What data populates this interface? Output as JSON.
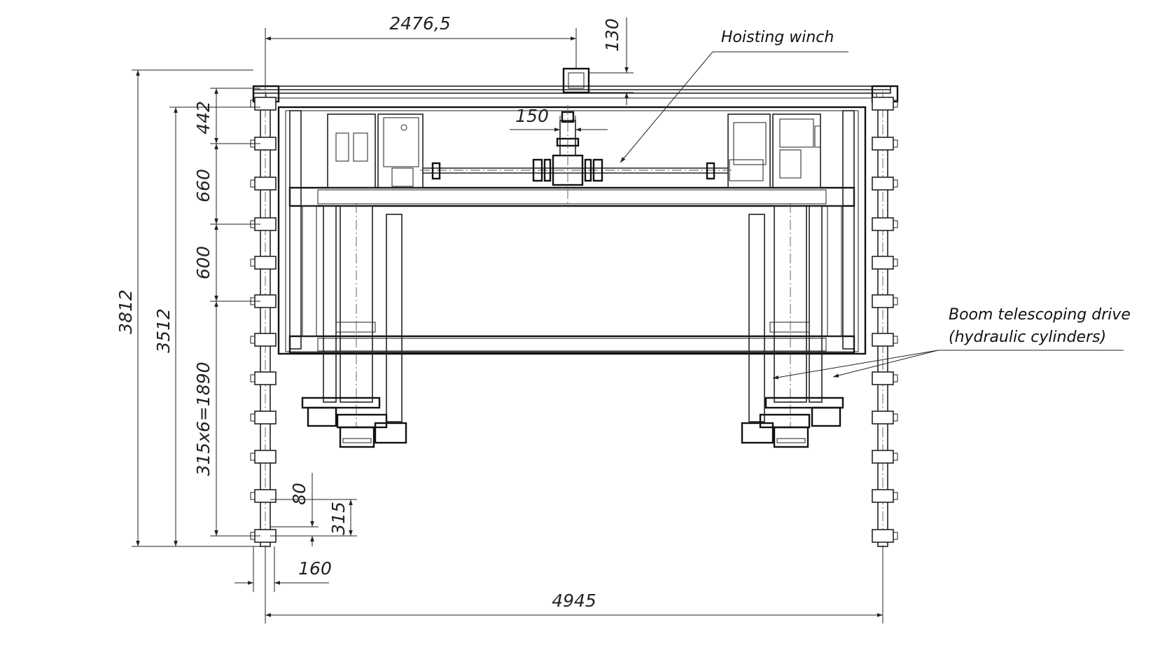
{
  "labels": {
    "hoisting_winch": "Hoisting winch",
    "boom_drive_line1": "Boom telescoping drive",
    "boom_drive_line2": "(hydraulic cylinders)"
  },
  "dimensions": {
    "top_width": "2476,5",
    "top_offset": "130",
    "winch_width": "150",
    "overall_height": "3812",
    "inner_height": "3512",
    "d_442": "442",
    "d_660": "660",
    "d_600": "600",
    "pitch_total": "315x6=1890",
    "d_80": "80",
    "d_315": "315",
    "d_160": "160",
    "overall_width": "4945"
  }
}
